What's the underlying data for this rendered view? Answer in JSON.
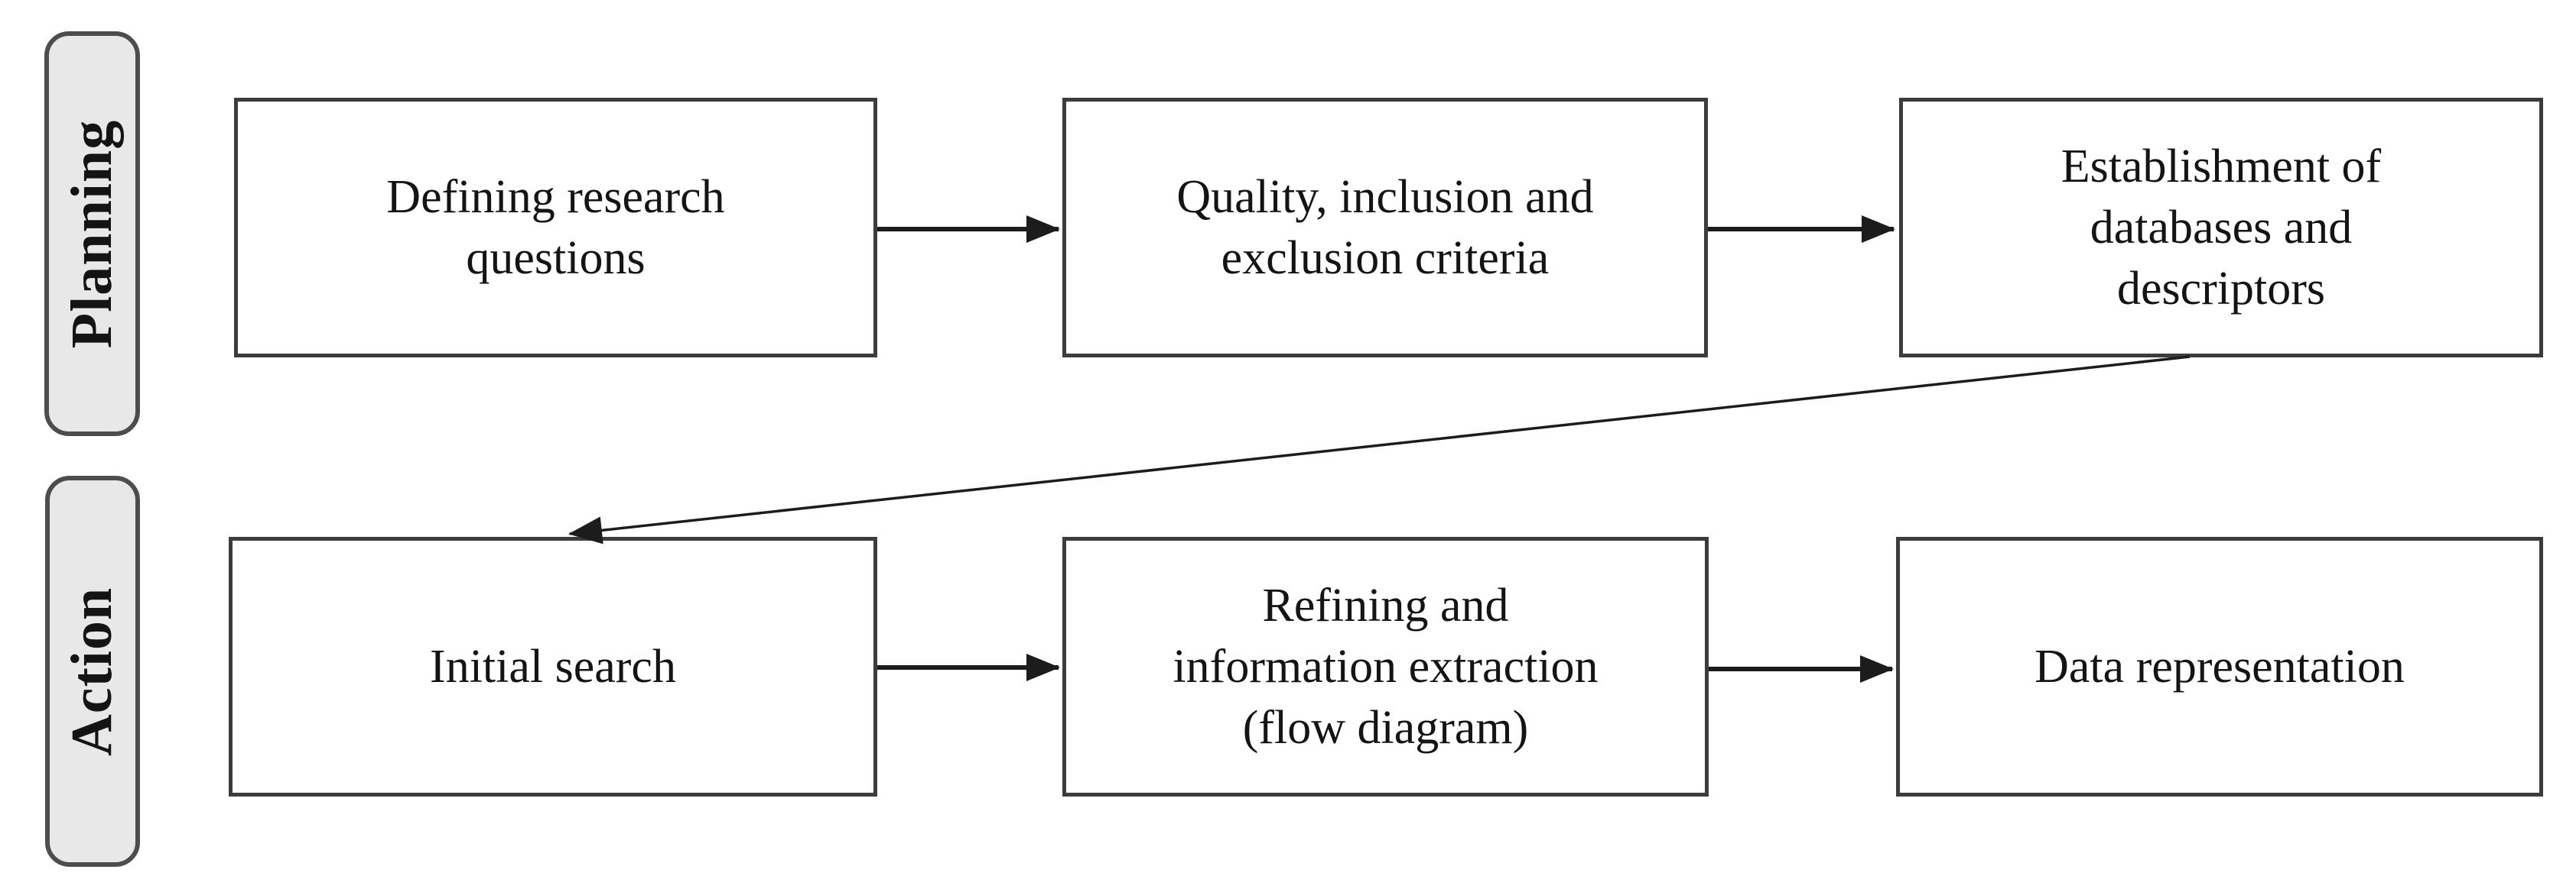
{
  "figure": {
    "phases": [
      {
        "label": "Planning"
      },
      {
        "label": "Action"
      }
    ],
    "boxes": [
      {
        "id": "defining-research-questions",
        "label": "Defining research questions",
        "lines": [
          "Defining research",
          "questions"
        ]
      },
      {
        "id": "quality-inclusion-exclusion-criteria",
        "label": "Quality, inclusion and exclusion criteria",
        "lines": [
          "Quality, inclusion and",
          "exclusion criteria"
        ]
      },
      {
        "id": "establishment-of-databases-and-descriptors",
        "label": "Establishment of databases and descriptors",
        "lines": [
          "Establishment of",
          "databases and",
          "descriptors"
        ]
      },
      {
        "id": "initial-search",
        "label": "Initial search",
        "lines": [
          "Initial search"
        ]
      },
      {
        "id": "refining-and-information-extraction",
        "label": "Refining and information extraction (flow diagram)",
        "lines": [
          "Refining and",
          "information extraction",
          "(flow diagram)"
        ]
      },
      {
        "id": "data-representation",
        "label": "Data representation",
        "lines": [
          "Data representation"
        ]
      }
    ],
    "connections": [
      {
        "from": "defining-research-questions",
        "to": "quality-inclusion-exclusion-criteria"
      },
      {
        "from": "quality-inclusion-exclusion-criteria",
        "to": "establishment-of-databases-and-descriptors"
      },
      {
        "from": "establishment-of-databases-and-descriptors",
        "to": "initial-search"
      },
      {
        "from": "initial-search",
        "to": "refining-and-information-extraction"
      },
      {
        "from": "refining-and-information-extraction",
        "to": "data-representation"
      }
    ]
  },
  "colors": {
    "bg": "#ffffff",
    "ink": "#141414",
    "pill-fill": "#e8e8e8",
    "pill-border": "#4d4d4d",
    "box-border": "#3c3c3c",
    "arrow": "#1c1c1c"
  }
}
